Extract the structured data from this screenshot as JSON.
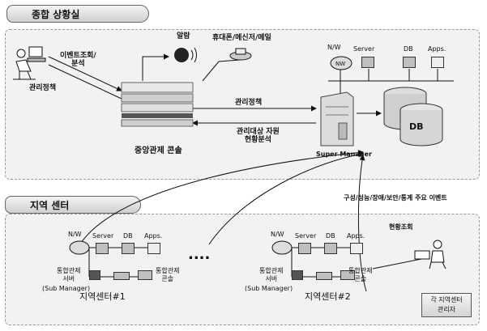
{
  "top": {
    "tab": "종합 상황실",
    "event_query": "이벤트조회/\n분석",
    "manage_policy_left": "관리정책",
    "alarm": "알람",
    "mobile": "휴대폰/메신저/메일",
    "nw": "N/W",
    "server": "Server",
    "db": "DB",
    "apps": "Apps.",
    "manage_policy_mid": "관리정책",
    "resource_analysis": "관리대상 자원\n현황분석",
    "console": "중앙관제 콘솔",
    "db_label": "DB",
    "super_manager": "Super Manager"
  },
  "bottom": {
    "tab": "지역 센터",
    "events": "구성/성능/장애/보안/통계 주요 이벤트",
    "status_query": "현황조회",
    "center1": {
      "nw": "N/W",
      "server": "Server",
      "db": "DB",
      "apps": "Apps.",
      "sub_server": "통합관제\n서버",
      "sub_manager": "(Sub Manager)",
      "console": "통합관제\n콘솔",
      "name": "지역센터#1"
    },
    "dots": "....",
    "center2": {
      "nw": "N/W",
      "server": "Server",
      "db": "DB",
      "apps": "Apps.",
      "sub_server": "통합관제\n서버",
      "sub_manager": "(Sub Manager)",
      "console": "통합관제\n콘솔",
      "name": "지역센터#2"
    },
    "admin": "각 지역센터\n관리자"
  }
}
